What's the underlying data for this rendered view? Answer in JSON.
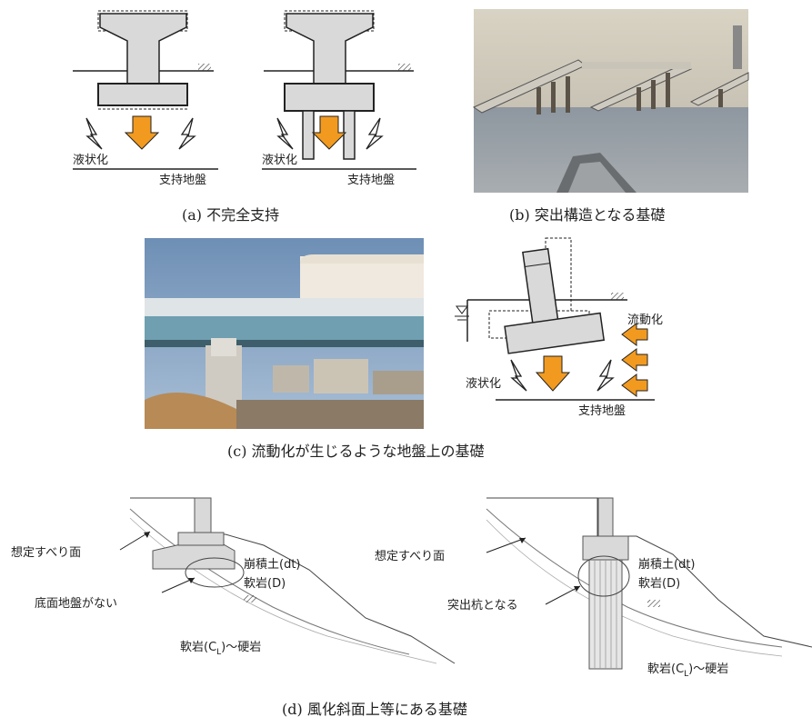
{
  "panel_a": {
    "caption": "(a) 不完全支持",
    "liquefaction_left": "液状化",
    "liquefaction_right": "液状化",
    "bearing_left": "支持地盤",
    "bearing_right": "支持地盤"
  },
  "panel_b": {
    "caption": "(b) 突出構造となる基礎"
  },
  "panel_c": {
    "caption": "(c) 流動化が生じるような地盤上の基礎",
    "lateral_flow": "流動化",
    "liquefaction": "液状化",
    "bearing": "支持地盤"
  },
  "panel_d": {
    "caption": "(d) 風化斜面上等にある基礎",
    "left": {
      "slip_surface": "想定すべり面",
      "colluvium": "崩積土(dt)",
      "soft_rock": "軟岩(D)",
      "no_bottom_ground": "底面地盤がない",
      "rock_main": "軟岩(C",
      "rock_sub": "L",
      "rock_tail": ")〜硬岩"
    },
    "right": {
      "slip_surface": "想定すべり面",
      "colluvium": "崩積土(dt)",
      "soft_rock": "軟岩(D)",
      "protruding_pile": "突出杭となる",
      "rock_main": "軟岩(C",
      "rock_sub": "L",
      "rock_tail": ")〜硬岩"
    }
  },
  "colors": {
    "arrow_orange": "#f29a1f",
    "concrete": "#d9d9d9",
    "line": "#222222"
  }
}
